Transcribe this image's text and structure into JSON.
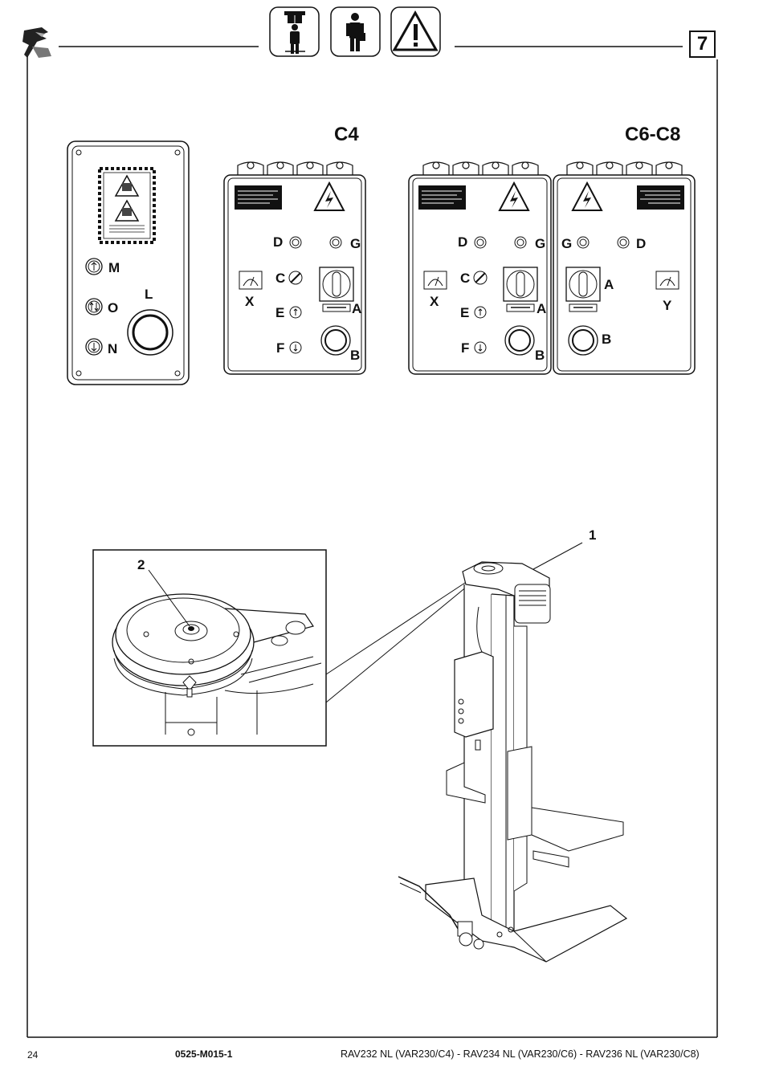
{
  "header": {
    "icons": [
      "operator-overhead-icon",
      "operator-manual-icon",
      "warning-triangle-icon"
    ],
    "page_section": "7"
  },
  "panels": {
    "remote": {
      "labels": {
        "m": "M",
        "o": "O",
        "n": "N",
        "l": "L"
      }
    },
    "c4": {
      "title": "C4",
      "labels": {
        "d": "D",
        "g": "G",
        "c": "C",
        "x": "X",
        "e": "E",
        "a": "A",
        "f": "F",
        "b": "B"
      }
    },
    "c6c8": {
      "title": "C6-C8",
      "left_labels": {
        "d": "D",
        "g": "G",
        "c": "C",
        "x": "X",
        "e": "E",
        "a": "A",
        "f": "F",
        "b": "B"
      },
      "right_labels": {
        "g": "G",
        "d": "D",
        "a": "A",
        "y": "Y",
        "b": "B"
      }
    }
  },
  "illustration": {
    "callout_1": "1",
    "callout_2": "2"
  },
  "footer": {
    "page_number": "24",
    "doc_code": "0525-M015-1",
    "models": "RAV232 NL (VAR230/C4) - RAV234 NL (VAR230/C6) - RAV236 NL (VAR230/C8)"
  }
}
